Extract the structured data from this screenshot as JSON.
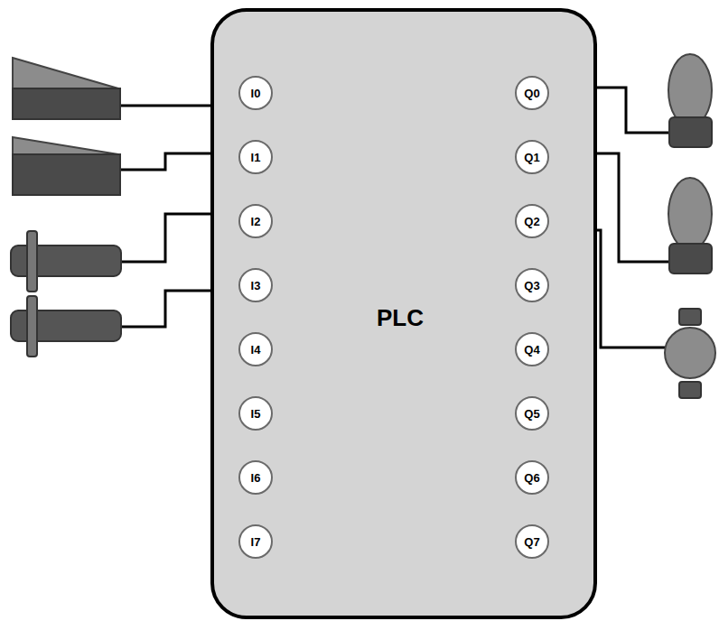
{
  "diagram": {
    "nodes": [
      {
        "text": [
          "PLC"
        ]
      },
      {
        "text": [
          "I0"
        ],
        "in": 0
      },
      {
        "text": [
          "Q0"
        ],
        "in": 0
      },
      {
        "text": [
          "I1"
        ],
        "in": 0
      },
      {
        "text": [
          "Q1"
        ],
        "in": 0
      },
      {
        "text": [
          "I2"
        ],
        "in": 0
      },
      {
        "text": [
          "Q2"
        ],
        "in": 0
      },
      {
        "text": [
          "I3"
        ],
        "in": 0
      },
      {
        "text": [
          "Q3"
        ],
        "in": 0
      },
      {
        "text": [
          "I4"
        ],
        "in": 0
      },
      {
        "text": [
          "Q4"
        ],
        "in": 0
      },
      {
        "text": [
          "I5"
        ],
        "in": 0
      },
      {
        "text": [
          "Q5"
        ],
        "in": 0
      },
      {
        "text": [
          "I6"
        ],
        "in": 0
      },
      {
        "text": [
          "Q6"
        ],
        "in": 0
      },
      {
        "text": [
          "I7"
        ],
        "in": 0
      },
      {
        "text": [
          "Q7"
        ],
        "in": 0
      }
    ]
  }
}
